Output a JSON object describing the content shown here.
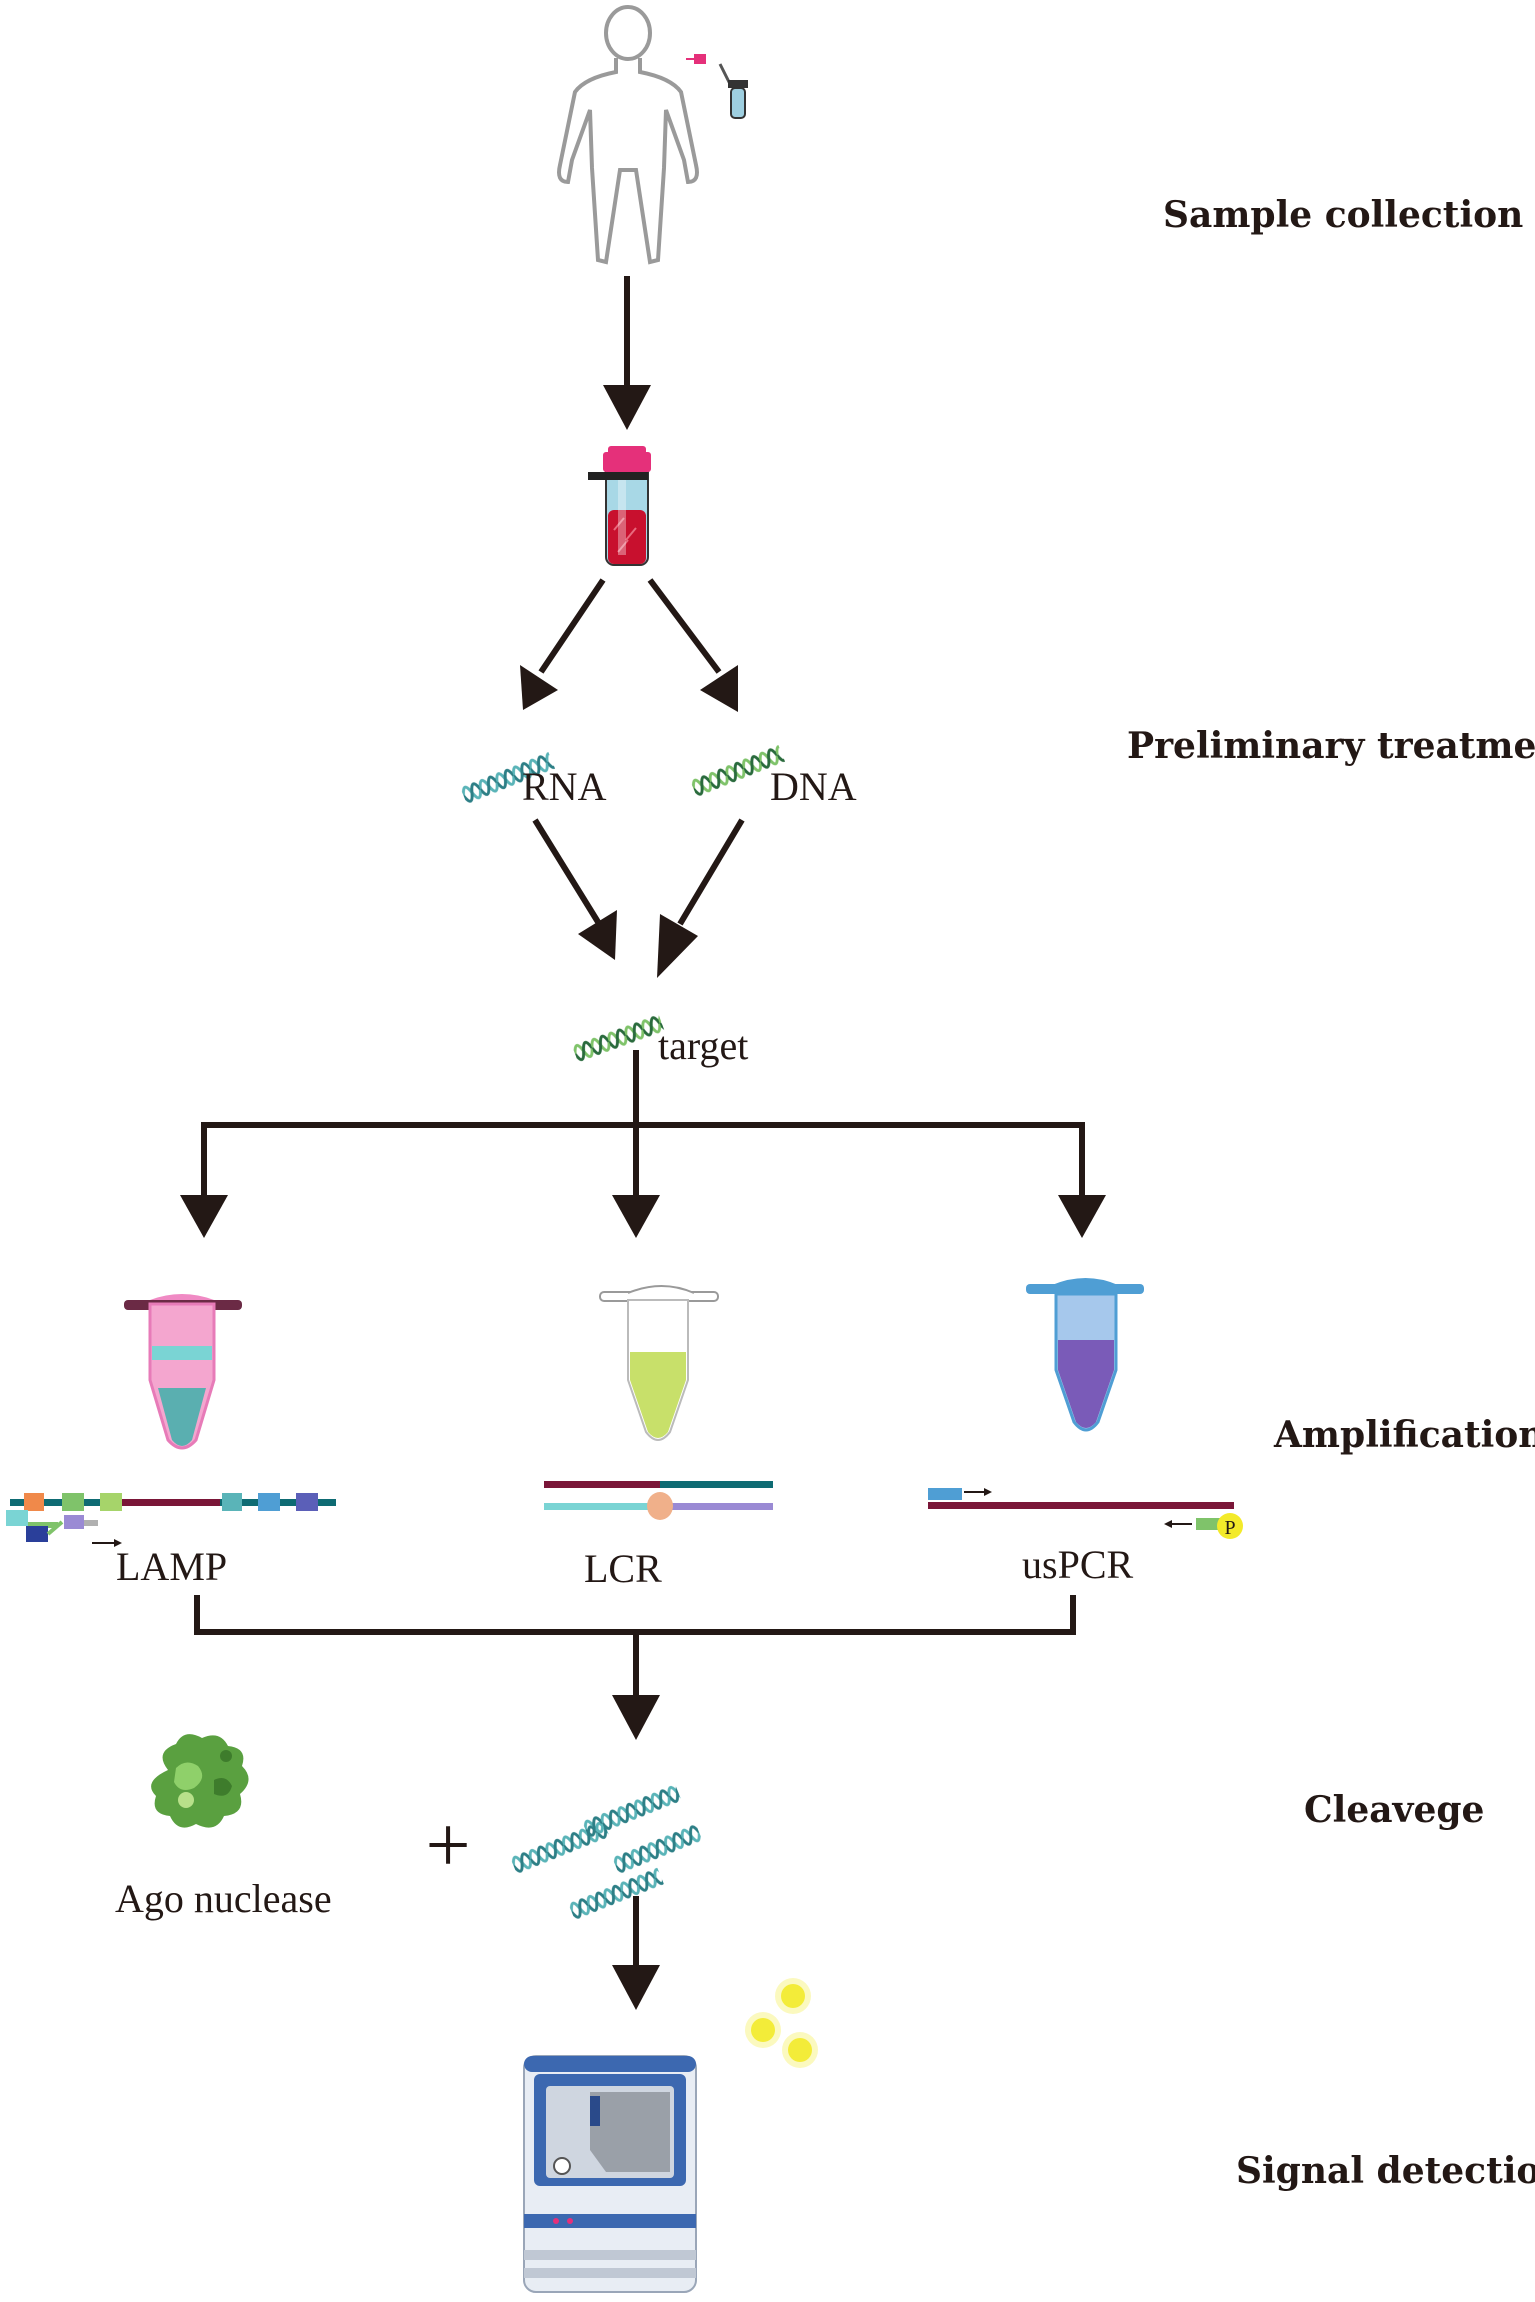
{
  "steps": {
    "sample_collection": "Sample collection",
    "preliminary_treatment": "Preliminary treatment",
    "amplification": "Amplification",
    "cleavage": "Cleavege",
    "signal_detection": "Signal detection"
  },
  "nodes": {
    "rna": "RNA",
    "dna": "DNA",
    "target": "target",
    "lamp": "LAMP",
    "lcr": "LCR",
    "uspcr": "usPCR",
    "ago": "Ago nuclease",
    "plus": "+",
    "probe_p": "P"
  },
  "colors": {
    "arrow": "#231815",
    "tube_cap": "#e5307a",
    "blood": "#c8102e",
    "lamp_tube": "#f08ac4",
    "lcr_tube": "#c8e06a",
    "uspcr_tube": "#7a5bb8",
    "maroon": "#7a1638",
    "teal": "#0e6b73",
    "ago": "#5aa040",
    "fluor": "#f3ea2a",
    "instrument": "#3c68b0"
  }
}
